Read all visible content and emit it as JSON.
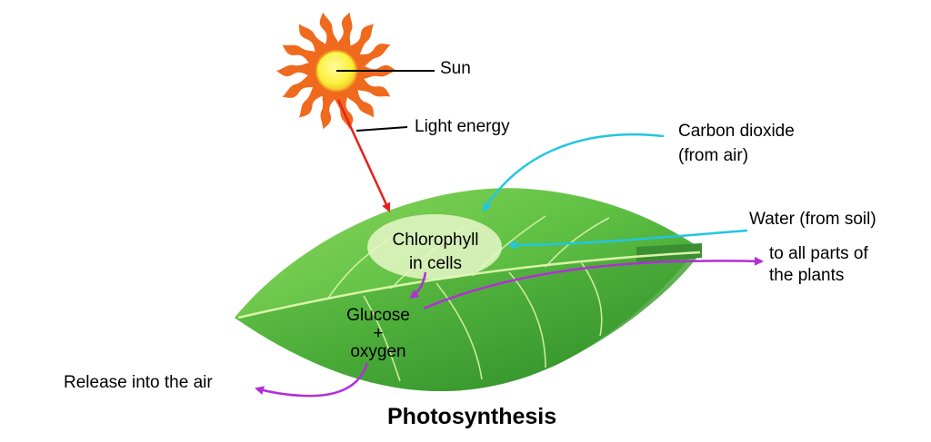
{
  "diagram": {
    "title": "Photosynthesis",
    "labels": {
      "sun": "Sun",
      "light_energy": "Light energy",
      "carbon_dioxide_line1": "Carbon dioxide",
      "carbon_dioxide_line2": "(from air)",
      "water": "Water (from soil)",
      "to_plants_line1": "to all parts of",
      "to_plants_line2": "the plants",
      "chlorophyll_line1": "Chlorophyll",
      "chlorophyll_line2": "in cells",
      "glucose_line1": "Glucose",
      "glucose_line2": "+",
      "glucose_line3": "oxygen",
      "release": "Release into the air"
    },
    "colors": {
      "sun_ray": "#f06a1e",
      "sun_core": "#fbf13a",
      "leaf_dark": "#2f9a2b",
      "leaf_light": "#86d65d",
      "chlorophyll_fill": "#e6f7c8",
      "light_arrow": "#e8201e",
      "co2_arrow": "#22c6e0",
      "water_arrow": "#22c6e0",
      "glucose_arrow": "#b22fd6"
    }
  }
}
